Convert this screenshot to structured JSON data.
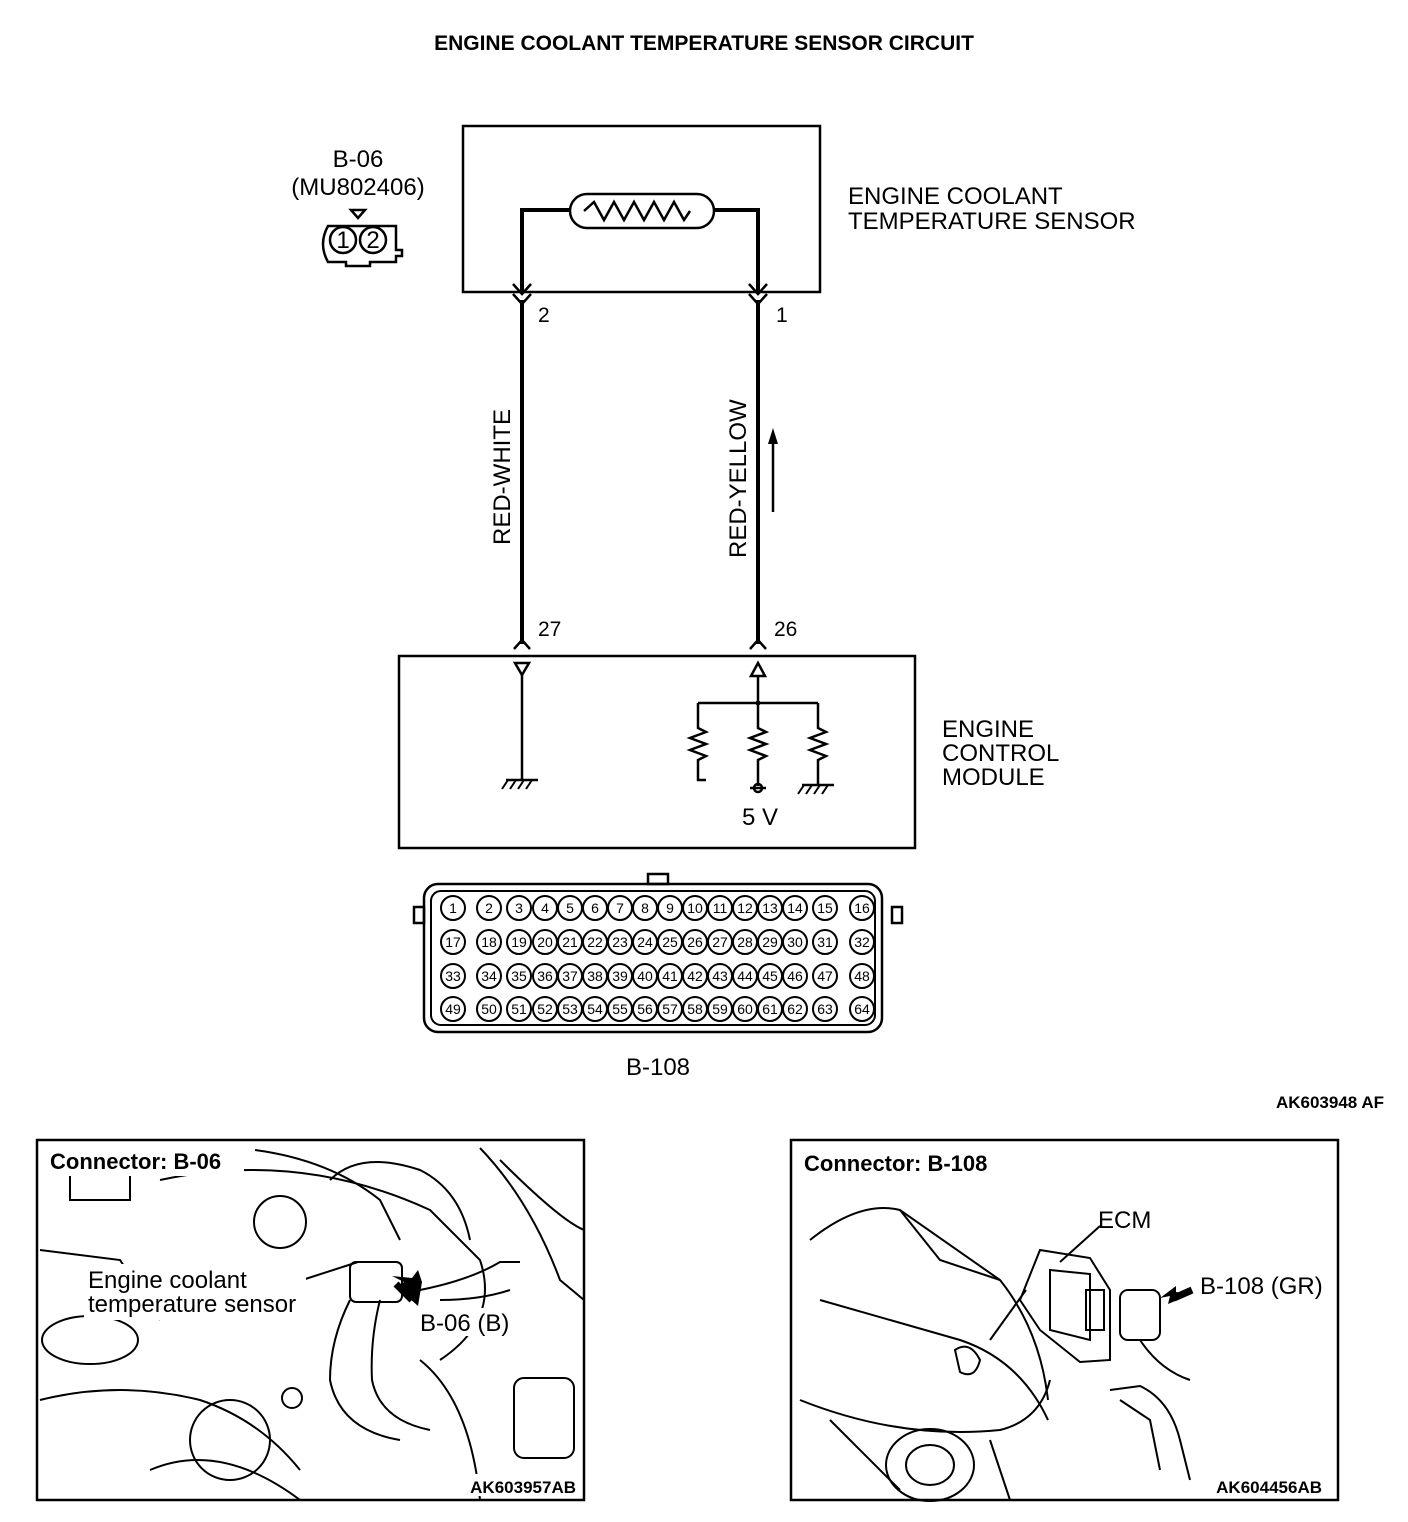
{
  "title": "ENGINE COOLANT TEMPERATURE SENSOR CIRCUIT",
  "sensor_connector": {
    "id": "B-06",
    "part": "(MU802406)",
    "pins": [
      "1",
      "2"
    ]
  },
  "sensor": {
    "label_line1": "ENGINE COOLANT",
    "label_line2": "TEMPERATURE SENSOR"
  },
  "wires": [
    {
      "sensor_pin": "2",
      "color": "RED-WHITE",
      "ecm_pin": "27"
    },
    {
      "sensor_pin": "1",
      "color": "RED-YELLOW",
      "ecm_pin": "26"
    }
  ],
  "ecm": {
    "label_line1": "ENGINE",
    "label_line2": "CONTROL",
    "label_line3": "MODULE",
    "supply": "5 V"
  },
  "ecm_connector": {
    "id": "B-108",
    "rows": [
      [
        "1",
        "2",
        "3",
        "4",
        "5",
        "6",
        "7",
        "8",
        "9",
        "10",
        "11",
        "12",
        "13",
        "14",
        "15",
        "16"
      ],
      [
        "17",
        "18",
        "19",
        "20",
        "21",
        "22",
        "23",
        "24",
        "25",
        "26",
        "27",
        "28",
        "29",
        "30",
        "31",
        "32"
      ],
      [
        "33",
        "34",
        "35",
        "36",
        "37",
        "38",
        "39",
        "40",
        "41",
        "42",
        "43",
        "44",
        "45",
        "46",
        "47",
        "48"
      ],
      [
        "49",
        "50",
        "51",
        "52",
        "53",
        "54",
        "55",
        "56",
        "57",
        "58",
        "59",
        "60",
        "61",
        "62",
        "63",
        "64"
      ]
    ]
  },
  "figure_code": "AK603948 AF",
  "panel_left": {
    "caption": "Connector: B-06",
    "callout_line1": "Engine coolant",
    "callout_line2": "temperature sensor",
    "connector_label": "B-06 (B)",
    "code": "AK603957AB"
  },
  "panel_right": {
    "caption": "Connector: B-108",
    "ecm_label": "ECM",
    "connector_label": "B-108 (GR)",
    "code": "AK604456AB"
  }
}
